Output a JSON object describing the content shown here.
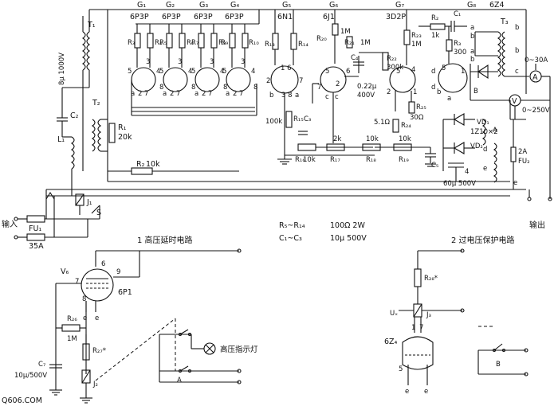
{
  "tubes": {
    "g1": "G₁",
    "g2": "G₂",
    "g3": "G₃",
    "g4": "G₄",
    "g5": "G₅",
    "g6": "G₆",
    "g7": "G₇",
    "g8": "G₈",
    "t_6p3p_1": "6P3P",
    "t_6p3p_2": "6P3P",
    "t_6p3p_3": "6P3P",
    "t_6p3p_4": "6P3P",
    "t_6n1": "6N1",
    "t_6j1": "6J1",
    "t_3d2p": "3D2P",
    "t_6z4": "6Z4"
  },
  "transformers": {
    "t1": "T₁",
    "t2": "T₂",
    "t3": "T₃"
  },
  "labels": {
    "input": "输入",
    "output": "输出",
    "fu1": "FU₁",
    "fu1_rating": "35A",
    "fu2": "FU₂",
    "fu2_rating": "2A",
    "j1": "J₁",
    "s": "S",
    "c2": "C₂",
    "c2_value": "8μ 1000V",
    "l1": "L₁",
    "r1": "R₁",
    "r1_value": "20k",
    "r2": "R₂",
    "r2_value": "10k",
    "r3": "R₃",
    "r4": "R₄",
    "r5": "R₅",
    "r6": "R₆",
    "r7": "R₇",
    "r8": "R₈",
    "r9": "R₉",
    "r10": "R₁₀",
    "r11": "R₁₁",
    "r12": "R₁₂",
    "r13": "R₁₃",
    "r14": "R₁₄",
    "r15_value": "100k",
    "r15": "R₁₅",
    "c3": "C₃",
    "r16_value": "10k",
    "r16": "R₁₆",
    "r17_value": "2k",
    "r17": "R₁₇",
    "r18_value": "10k",
    "r18": "R₁₈",
    "r19_value": "10k",
    "r19": "R₁₉",
    "r20": "R₂₀",
    "r20_value": "1M",
    "r21": "R₂₁",
    "r21_value": "1M",
    "c4": "C₄",
    "c4_value": "0.22μ",
    "c4_voltage": "400V",
    "r22": "R₂₂",
    "r22_value": "300k",
    "r23": "R₂₃",
    "r23_value": "1M",
    "r24": "R₂₄",
    "r24_value": "5.1Ω",
    "r25": "R₂₅",
    "r25_value": "30Ω",
    "c5": "C₅",
    "c6": "C₆",
    "c6_value": "60μ 500V",
    "r2b": "R₂",
    "r2b_value": "1k",
    "r3b": "R₃",
    "r3b_value": "300",
    "c1": "C₁",
    "vd1": "VD₁",
    "vd1_value": "1Z10×2",
    "vd2": "VD₂",
    "ammeter": "A",
    "ammeter_range": "0~30A",
    "voltmeter": "V",
    "voltmeter_range": "0~250V",
    "a": "a",
    "b": "b",
    "c": "c",
    "d": "d",
    "e": "e",
    "B": "B",
    "A": "A",
    "note_r": "R₅~R₁₄",
    "note_r_value": "100Ω 2W",
    "note_c": "C₁~C₃",
    "note_c_value": "10μ 500V",
    "circuit1": "1 高压延时电路",
    "circuit2": "2 过电压保护电路",
    "v6": "V₆",
    "t_6p1": "6P1",
    "r26": "R₂₆",
    "r26_value": "1M",
    "r27": "R₂₇*",
    "c7": "C₇",
    "c7_value": "10μ/500V",
    "j2": "J₂",
    "hv_lamp": "高压指示灯",
    "r28": "R₂₈*",
    "u_label": "Uₓ",
    "j3": "J₃",
    "t_6z": "6Z₄",
    "watermark": "Q606.COM"
  }
}
